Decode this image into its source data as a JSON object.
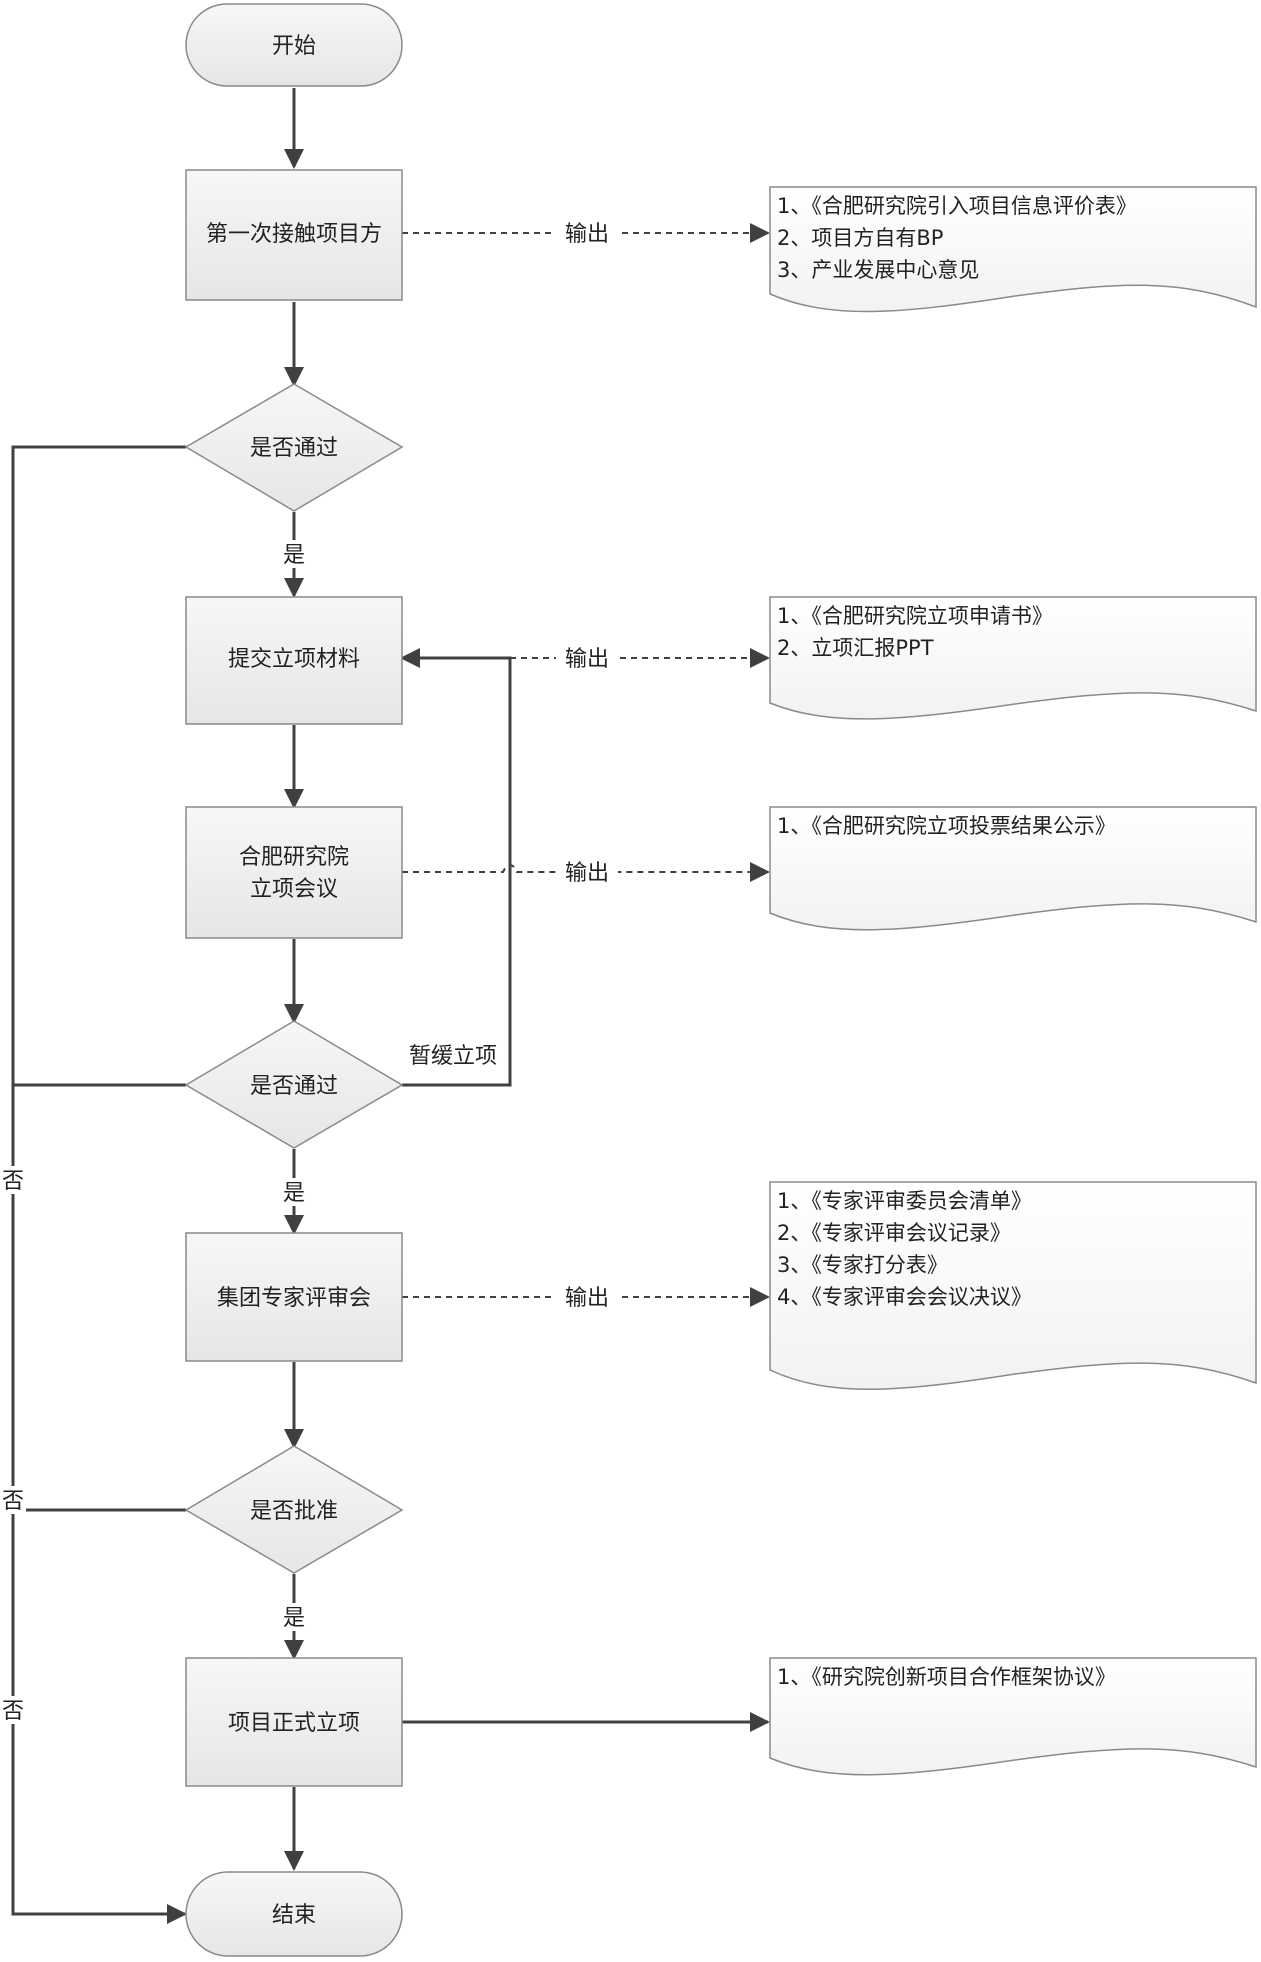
{
  "nodes": {
    "start": "开始",
    "contact": "第一次接触项目方",
    "decision1": "是否通过",
    "submit": "提交立项材料",
    "meeting_line1": "合肥研究院",
    "meeting_line2": "立项会议",
    "decision2": "是否通过",
    "expert": "集团专家评审会",
    "decision3": "是否批准",
    "formal": "项目正式立项",
    "end": "结束"
  },
  "labels": {
    "output1": "输出",
    "output2": "输出",
    "output3": "输出",
    "output4": "输出",
    "yes1": "是",
    "yes2": "是",
    "yes3": "是",
    "no1": "否",
    "no2": "否",
    "no3": "否",
    "defer": "暂缓立项"
  },
  "docs": {
    "doc1": [
      "1、《合肥研究院引入项目信息评价表》",
      "2、项目方自有BP",
      "3、产业发展中心意见"
    ],
    "doc2": [
      "1、《合肥研究院立项申请书》",
      "2、立项汇报PPT"
    ],
    "doc3": [
      "1、《合肥研究院立项投票结果公示》"
    ],
    "doc4": [
      "1、《专家评审委员会清单》",
      "2、《专家评审会议记录》",
      "3、《专家打分表》",
      "4、《专家评审会会议决议》"
    ],
    "doc5": [
      "1、《研究院创新项目合作框架协议》"
    ]
  }
}
